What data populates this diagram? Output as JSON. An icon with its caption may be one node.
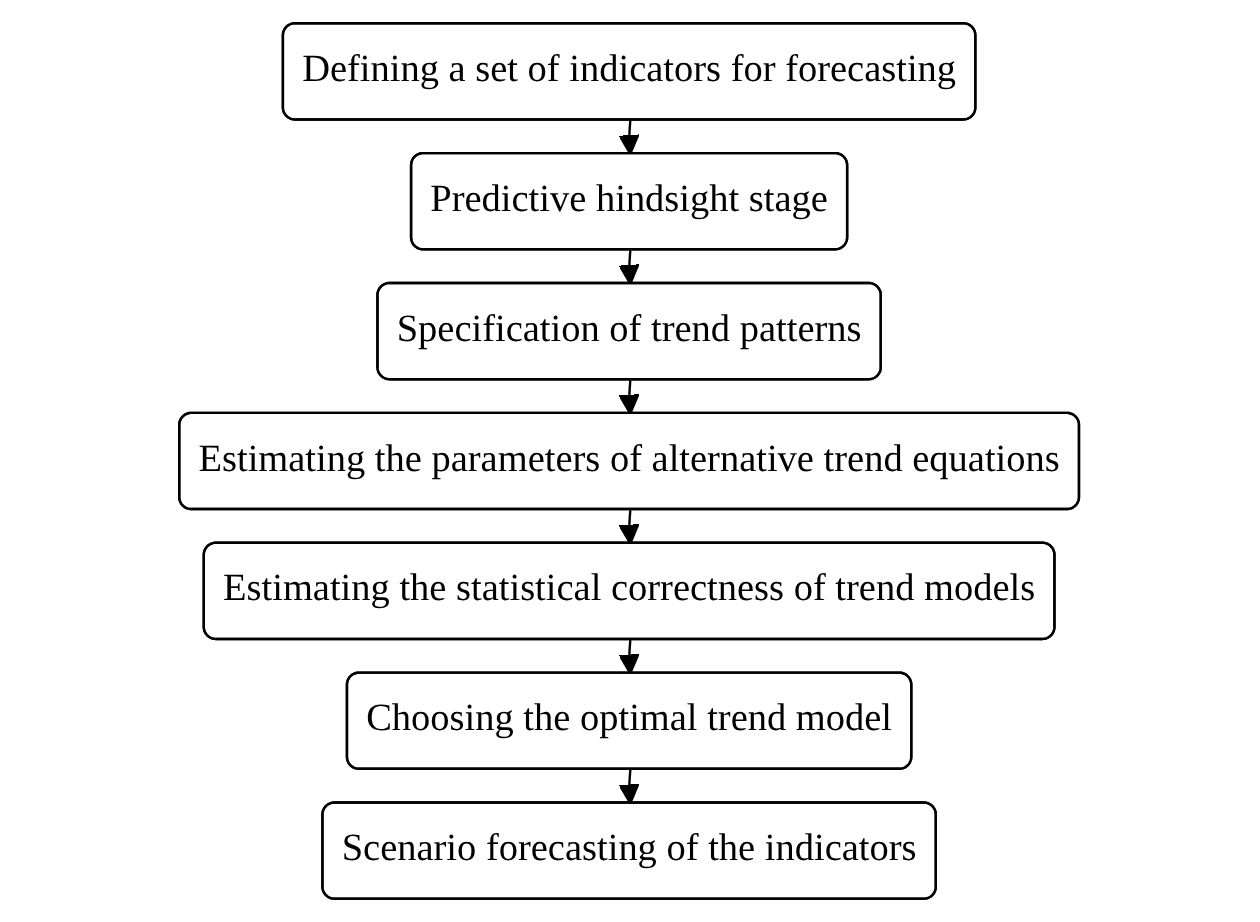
{
  "diagram": {
    "nodes": [
      {
        "text": [
          "Defining a set of indicators for forecasting"
        ]
      },
      {
        "text": [
          "Predictive hindsight stage"
        ]
      },
      {
        "text": [
          "Specification of trend patterns"
        ]
      },
      {
        "text": [
          "Estimating the parameters of alternative trend equations"
        ]
      },
      {
        "text": [
          "Estimating the statistical correctness of trend models"
        ]
      },
      {
        "text": [
          "Choosing the optimal trend model"
        ]
      },
      {
        "text": [
          "Scenario forecasting of the indicators"
        ]
      }
    ],
    "edges": [
      {
        "from": 0,
        "to": 1,
        "arrow": "to"
      },
      {
        "from": 1,
        "to": 2,
        "arrow": "to"
      },
      {
        "from": 2,
        "to": 3,
        "arrow": "to"
      },
      {
        "from": 3,
        "to": 4,
        "arrow": "to"
      },
      {
        "from": 4,
        "to": 5,
        "arrow": "to"
      },
      {
        "from": 5,
        "to": 6,
        "arrow": "to"
      }
    ]
  }
}
